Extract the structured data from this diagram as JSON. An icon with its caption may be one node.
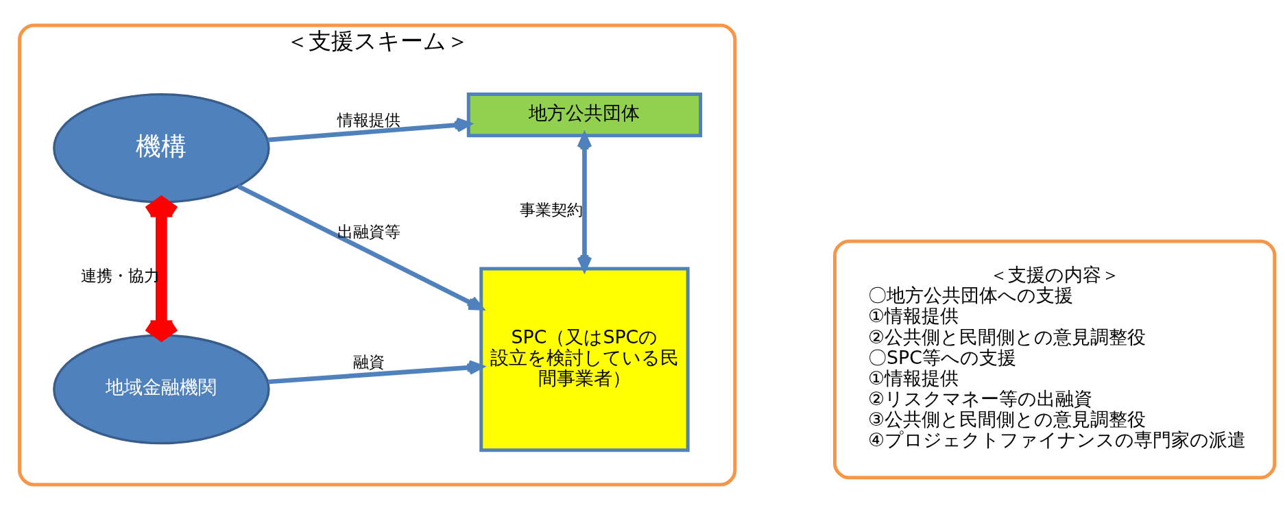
{
  "diagram": {
    "nodes": [
      {
        "text": [
          "＜支援スキーム＞"
        ]
      },
      {
        "text": [
          "機構"
        ],
        "in": 0
      },
      {
        "text": [
          "地方公共団体"
        ],
        "in": 0
      },
      {
        "text": [
          "地域金融機関"
        ],
        "in": 0
      },
      {
        "text": [
          "SPC（又はSPCの設立を検討している民間事業者）"
        ],
        "in": 0
      },
      {
        "text": [
          "＜支援の内容＞",
          "〇地方公共団体への支援",
          "①情報提供",
          "②公共側と民間側との意見調整役",
          "〇SPC等への支援",
          "①情報提供",
          "②リスクマネー等の出融資",
          "③公共側と民間側との意見調整役",
          "④プロジェクトファイナンスの専門家の派遣"
        ]
      }
    ],
    "edges": [
      {
        "from": 1,
        "to": 2,
        "arrow": "to",
        "label": "情報提供"
      },
      {
        "from": 1,
        "to": 4,
        "arrow": "to",
        "label": "出融資等"
      },
      {
        "from": 2,
        "to": 4,
        "arrow": "both",
        "label": "事業契約"
      },
      {
        "from": 1,
        "to": 3,
        "arrow": "both",
        "label": "連携・協力",
        "style": "thick",
        "color": "#ff0000"
      },
      {
        "from": 3,
        "to": 4,
        "arrow": "to",
        "label": "融資"
      }
    ]
  }
}
